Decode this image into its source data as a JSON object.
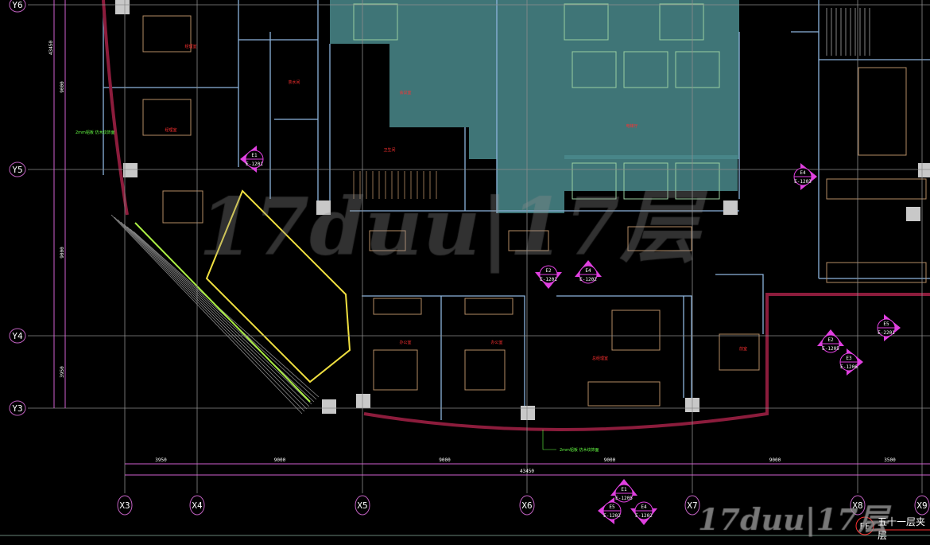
{
  "drawing": {
    "title": "五十一层夹层",
    "title_marker": "FF",
    "watermark": "17duu|17层",
    "colors": {
      "background": "#000000",
      "grid": "#8c8c8c",
      "axis": "#c060c0",
      "dimension": "#d060d0",
      "callout": "#e040e0",
      "wall": "#8cb4dc",
      "curtain_wall": "#8c1c3c",
      "core_fill": "#4a8a8c",
      "furniture": "#b48c64",
      "stair": "#f0e040",
      "note": "#66ff44",
      "room_label": "#ff3030"
    }
  },
  "axes": {
    "x": [
      "X3",
      "X4",
      "X5",
      "X6",
      "X7",
      "X8",
      "X9"
    ],
    "y": [
      "Y6",
      "Y5",
      "Y4",
      "Y3"
    ]
  },
  "dimensions": {
    "horizontal_segments": [
      "3950",
      "9000",
      "9000",
      "9000",
      "9000",
      "3500"
    ],
    "horizontal_total": "43450",
    "vertical_segments": [
      "9000",
      "9000",
      "3950"
    ],
    "vertical_total": "43450"
  },
  "callouts": [
    {
      "top": "E1",
      "bottom": "E-1201",
      "dir": "left"
    },
    {
      "top": "E2",
      "bottom": "E-1201",
      "dir": "down"
    },
    {
      "top": "E4",
      "bottom": "E-1202",
      "dir": "up"
    },
    {
      "top": "E4",
      "bottom": "E-1203",
      "dir": "right"
    },
    {
      "top": "E5",
      "bottom": "E-2201",
      "dir": "right"
    },
    {
      "top": "E2",
      "bottom": "E-1205",
      "dir": "up"
    },
    {
      "top": "E3",
      "bottom": "E-1206",
      "dir": "right"
    },
    {
      "top": "E1",
      "bottom": "E-1205",
      "dir": "up"
    },
    {
      "top": "E5",
      "bottom": "E-1202",
      "dir": "left"
    },
    {
      "top": "E4",
      "bottom": "E-1202",
      "dir": "down"
    }
  ],
  "notes": [
    "2mm铝板 仿木纹饰面",
    "2mm铝板 仿木纹饰面"
  ],
  "rooms": [
    "经理室",
    "经理室",
    "会议室",
    "办公室",
    "办公室",
    "总经理室",
    "前室",
    "电梯厅",
    "茶水间",
    "卫生间"
  ]
}
